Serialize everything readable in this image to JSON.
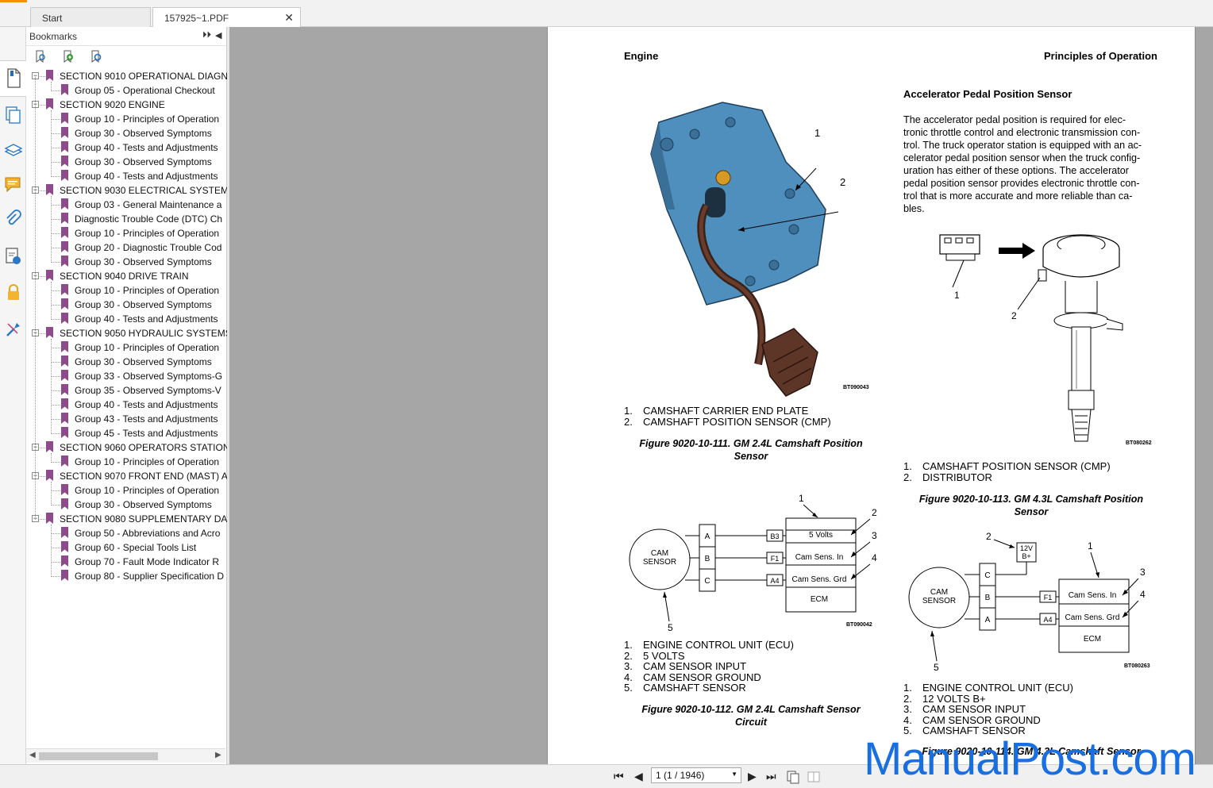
{
  "tabs": [
    {
      "label": "Start"
    },
    {
      "label": "157925~1.PDF"
    }
  ],
  "panel": {
    "title": "Bookmarks"
  },
  "bookmarks": [
    {
      "level": 0,
      "label": "SECTION 9010 OPERATIONAL DIAGN"
    },
    {
      "level": 1,
      "label": "Group 05 - Operational Checkout"
    },
    {
      "level": 0,
      "label": "SECTION 9020 ENGINE"
    },
    {
      "level": 1,
      "label": "Group 10 - Principles of Operation"
    },
    {
      "level": 1,
      "label": "Group 30 - Observed Symptoms"
    },
    {
      "level": 1,
      "label": "Group 40 - Tests and Adjustments"
    },
    {
      "level": 1,
      "label": "Group 30 - Observed Symptoms"
    },
    {
      "level": 1,
      "label": "Group 40 - Tests and Adjustments"
    },
    {
      "level": 0,
      "label": "SECTION 9030 ELECTRICAL SYSTEM"
    },
    {
      "level": 1,
      "label": "Group 03 - General Maintenance a"
    },
    {
      "level": 1,
      "label": "Diagnostic Trouble Code (DTC) Ch"
    },
    {
      "level": 1,
      "label": "Group 10 - Principles of Operation"
    },
    {
      "level": 1,
      "label": "Group 20 - Diagnostic Trouble Cod"
    },
    {
      "level": 1,
      "label": "Group 30 - Observed Symptoms"
    },
    {
      "level": 0,
      "label": "SECTION 9040 DRIVE TRAIN"
    },
    {
      "level": 1,
      "label": "Group 10 - Principles of Operation"
    },
    {
      "level": 1,
      "label": "Group 30 - Observed Symptoms"
    },
    {
      "level": 1,
      "label": "Group 40 - Tests and Adjustments"
    },
    {
      "level": 0,
      "label": "SECTION 9050 HYDRAULIC SYSTEMS"
    },
    {
      "level": 1,
      "label": "Group 10 - Principles of Operation"
    },
    {
      "level": 1,
      "label": "Group 30 - Observed Symptoms"
    },
    {
      "level": 1,
      "label": "Group 33 - Observed Symptoms-G"
    },
    {
      "level": 1,
      "label": "Group 35 - Observed Symptoms-V"
    },
    {
      "level": 1,
      "label": "Group 40 - Tests and Adjustments"
    },
    {
      "level": 1,
      "label": "Group 43 - Tests and Adjustments"
    },
    {
      "level": 1,
      "label": "Group 45 - Tests and Adjustments"
    },
    {
      "level": 0,
      "label": "SECTION 9060 OPERATORS STATION"
    },
    {
      "level": 1,
      "label": "Group 10 - Principles of Operation"
    },
    {
      "level": 0,
      "label": "SECTION 9070 FRONT END (MAST) A"
    },
    {
      "level": 1,
      "label": "Group 10 - Principles of Operation"
    },
    {
      "level": 1,
      "label": "Group 30 - Observed Symptoms"
    },
    {
      "level": 0,
      "label": "SECTION 9080 SUPPLEMENTARY DAT"
    },
    {
      "level": 1,
      "label": "Group 50 - Abbreviations and Acro"
    },
    {
      "level": 1,
      "label": "Group 60 - Special Tools List"
    },
    {
      "level": 1,
      "label": "Group 70 - Fault Mode Indicator R"
    },
    {
      "level": 1,
      "label": "Group 80 - Supplier Specification D"
    }
  ],
  "doc": {
    "header_left": "Engine",
    "header_right": "Principles of Operation",
    "section_title": "Accelerator Pedal Position Sensor",
    "body_lines": [
      "The accelerator pedal position is required for elec-",
      "tronic throttle control and electronic transmission con-",
      "trol. The truck operator station is equipped with an ac-",
      "celerator pedal position sensor when the truck config-",
      "uration has either of these options. The accelerator",
      "pedal position sensor provides electronic throttle con-",
      "trol that is more accurate and more reliable than ca-",
      "bles."
    ],
    "fig111": {
      "code": "BT090043",
      "callouts": [
        "1",
        "2"
      ],
      "legend": [
        {
          "num": "1.",
          "text": "CAMSHAFT CARRIER END PLATE"
        },
        {
          "num": "2.",
          "text": "CAMSHAFT POSITION SENSOR (CMP)"
        }
      ],
      "caption_lines": [
        "Figure 9020-10-111. GM 2.4L Camshaft Position",
        "Sensor"
      ]
    },
    "fig112": {
      "code": "BT090042",
      "sensor_lines": [
        "CAM",
        "SENSOR"
      ],
      "pins": [
        "A",
        "B",
        "C"
      ],
      "ecu_pins": [
        "B3",
        "F1",
        "A4"
      ],
      "ecu_rows": [
        "5 Volts",
        "Cam Sens. In",
        "Cam Sens. Grd",
        "ECM"
      ],
      "callouts": [
        "1",
        "2",
        "3",
        "4",
        "5"
      ],
      "legend": [
        {
          "num": "1.",
          "text": "ENGINE CONTROL UNIT (ECU)"
        },
        {
          "num": "2.",
          "text": "5 VOLTS"
        },
        {
          "num": "3.",
          "text": "CAM SENSOR INPUT"
        },
        {
          "num": "4.",
          "text": "CAM SENSOR GROUND"
        },
        {
          "num": "5.",
          "text": "CAMSHAFT SENSOR"
        }
      ],
      "caption_lines": [
        "Figure 9020-10-112. GM 2.4L Camshaft Sensor",
        "Circuit"
      ]
    },
    "fig113": {
      "code": "BT080262",
      "callouts": [
        "1",
        "2"
      ],
      "legend": [
        {
          "num": "1.",
          "text": "CAMSHAFT POSITION SENSOR (CMP)"
        },
        {
          "num": "2.",
          "text": "DISTRIBUTOR"
        }
      ],
      "caption_lines": [
        "Figure 9020-10-113. GM 4.3L Camshaft Position",
        "Sensor"
      ]
    },
    "fig114": {
      "code": "BT080263",
      "sensor_lines": [
        "CAM",
        "SENSOR"
      ],
      "pins": [
        "C",
        "B",
        "A"
      ],
      "ecu_pins": [
        "F1",
        "A4"
      ],
      "ecu_rows": [
        "Cam Sens. In",
        "Cam Sens. Grd",
        "ECM"
      ],
      "supply_lines": [
        "12V",
        "B+"
      ],
      "callouts": [
        "1",
        "2",
        "3",
        "4",
        "5"
      ],
      "legend": [
        {
          "num": "1.",
          "text": "ENGINE CONTROL UNIT (ECU)"
        },
        {
          "num": "2.",
          "text": "12 VOLTS B+"
        },
        {
          "num": "3.",
          "text": "CAM SENSOR INPUT"
        },
        {
          "num": "4.",
          "text": "CAM SENSOR GROUND"
        },
        {
          "num": "5.",
          "text": "CAMSHAFT SENSOR"
        }
      ],
      "caption_partial": "Figure 9020-10-114. GM 4.3L Camshaft Sensor"
    }
  },
  "navigation": {
    "page_display": "1 (1 / 1946)"
  },
  "watermark": "ManualPost.com",
  "icons": {
    "rail": [
      "page-thumbnail-icon",
      "pages-icon",
      "layers-icon",
      "comments-icon",
      "attachments-icon",
      "signature-icon",
      "lock-icon",
      "tools-icon"
    ],
    "bookmark_tools": [
      "find-bookmark-icon",
      "add-bookmark-icon",
      "bookmark-properties-icon"
    ]
  },
  "colors": {
    "bookmark": "#8e4a8a",
    "watermark": "#1a6fe0",
    "accent": "#f39200",
    "plate": "#4f8fbe"
  }
}
